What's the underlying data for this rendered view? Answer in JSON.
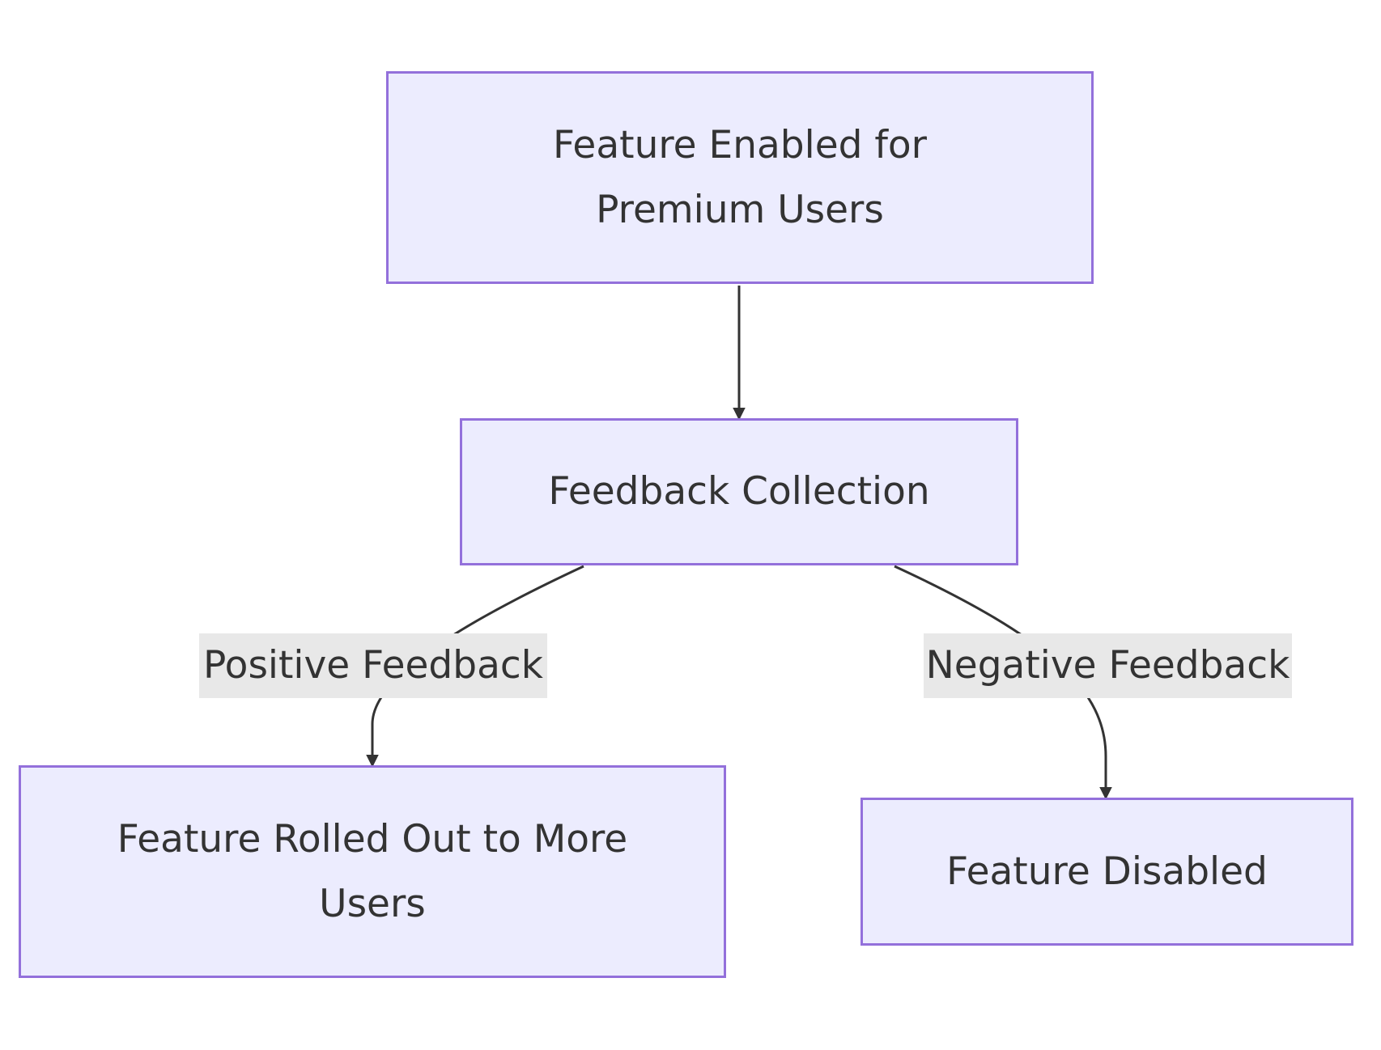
{
  "colors": {
    "node_fill": "#ececfe",
    "node_stroke": "#9370db",
    "text": "#333333",
    "edge": "#333333",
    "edge_label_bg": "#e8e8e8"
  },
  "nodes": {
    "feature_enabled": {
      "line1": "Feature Enabled for",
      "line2": "Premium Users"
    },
    "feedback_collection": {
      "label": "Feedback Collection"
    },
    "rolled_out": {
      "line1": "Feature Rolled Out to More",
      "line2": "Users"
    },
    "disabled": {
      "label": "Feature Disabled"
    }
  },
  "edges": {
    "positive": {
      "label": "Positive Feedback"
    },
    "negative": {
      "label": "Negative Feedback"
    }
  }
}
